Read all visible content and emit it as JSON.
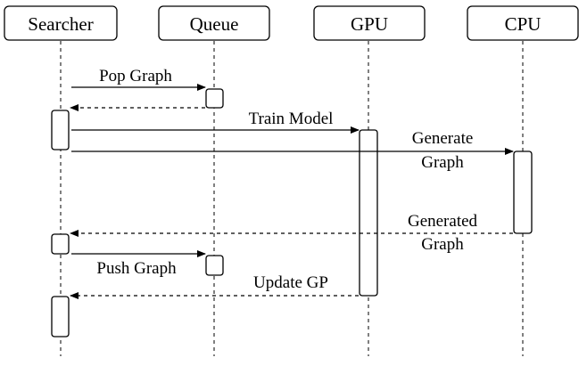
{
  "participants": [
    "Searcher",
    "Queue",
    "GPU",
    "CPU"
  ],
  "messages": {
    "pop_graph": "Pop Graph",
    "train_model": "Train Model",
    "generate_graph": [
      "Generate",
      "Graph"
    ],
    "generated_graph": [
      "Generated",
      "Graph"
    ],
    "push_graph": "Push Graph",
    "update_gp": "Update GP"
  }
}
